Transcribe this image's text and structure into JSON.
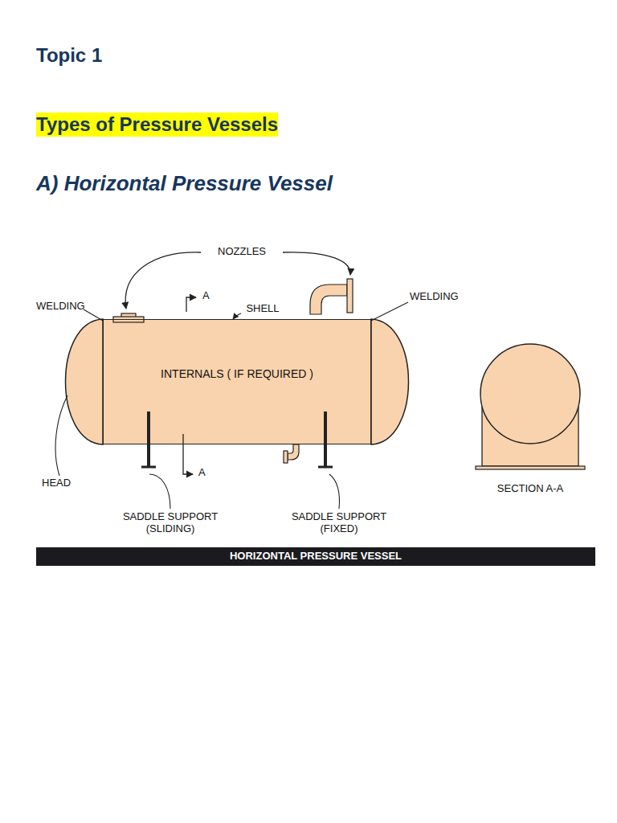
{
  "diagram": {
    "title": "Types of Pressure Vessels",
    "caption": "HORIZONTAL PRESSURE VESSEL",
    "nodes": [
      {
        "text": [
          "INTERNALS ( IF REQUIRED )"
        ]
      }
    ],
    "labels": [
      "Topic 1",
      "A) Horizontal Pressure Vessel",
      "NOZZLES",
      "WELDING",
      "A",
      "SHELL",
      "WELDING",
      "HEAD",
      "A",
      "SADDLE SUPPORT (SLIDING)",
      "SADDLE SUPPORT (FIXED)",
      "SECTION A-A"
    ]
  }
}
